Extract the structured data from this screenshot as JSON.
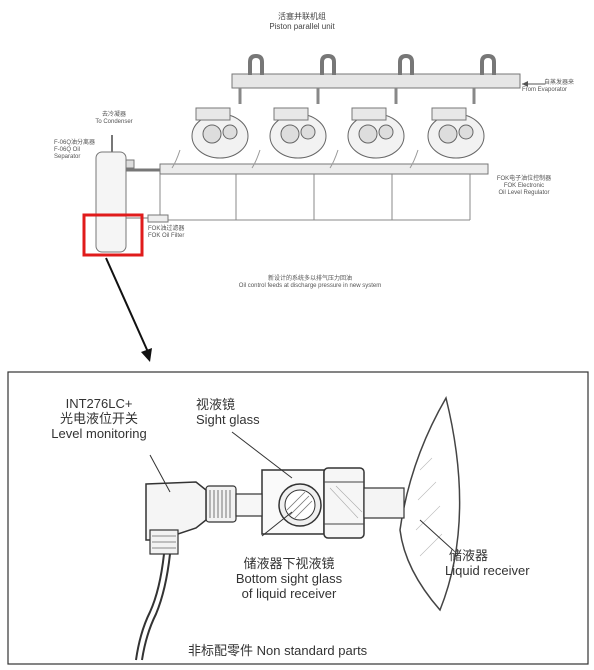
{
  "overview": {
    "title_cn": "活塞并联机组",
    "title_en": "Piston parallel unit",
    "from_evaporator_cn": "自蒸发器来",
    "from_evaporator_en": "From Evaporator",
    "to_condenser_cn": "去冷凝器",
    "to_condenser_en": "To Condenser",
    "oil_separator_cn": "F-06Q油分离器",
    "oil_separator_en1": "F-06Q Oil",
    "oil_separator_en2": "Separator",
    "regulator_cn": "FOK电子油位控制器",
    "regulator_en1": "FOK Electronic",
    "regulator_en2": "Oil Level Regulator",
    "filter_cn": "FOK油过滤器",
    "filter_en": "FOK Oil Filter",
    "caption_cn": "新设计的系统多以排气压力回油",
    "caption_en": "Oil control feeds at discharge pressure in new system"
  },
  "detail": {
    "sensor_model": "INT276LC+",
    "sensor_cn": "光电液位开关",
    "sensor_en": "Level monitoring",
    "sight_glass_cn": "视液镜",
    "sight_glass_en": "Sight glass",
    "receiver_cn": "储液器",
    "receiver_en": "Liquid receiver",
    "bottom_glass_cn": "储液器下视液镜",
    "bottom_glass_en1": "Bottom sight glass",
    "bottom_glass_en2": "of liquid receiver",
    "nonstandard": "非标配零件 Non standard parts"
  },
  "colors": {
    "highlight": "#e01b1b",
    "line": "#555555",
    "pipe": "#8a8a8a"
  }
}
